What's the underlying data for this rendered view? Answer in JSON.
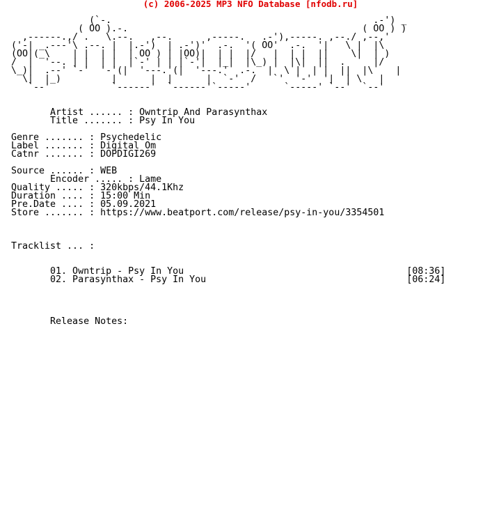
{
  "header": {
    "text": "(c) 2006-2025 MP3 NFO Database [nfodb.ru]",
    "color": "#e00000"
  },
  "nfo": {
    "logo_lines": [
      "              (`-.                                               .-') _",
      "            ( OO ).-.                                          ( OO ) )",
      "  ,------.,/ .   \\.--.   ,--.      ,-----.   .-'),-----. ,--./ ,--,'",
      "('-| _.---'\\ .--. |  |.-')  | .-')'  .-.  '( OO'  .-.  '|   \\ |  |\\",
      "(OO|(_\\    | |  | |  | OO ) | |OO)|  | |  |/   |  | |  ||    \\|  | )",
      "/  |  '--. | |  | |  |`-' | | |`-'|  |_|  |\\_) |  |\\|  ||  .     |/",
      "\\_)|  .--' `-'  '-'(|  '---.'(|  '---.'  .-.  |  \\ |  | |  ||  |\\    |",
      "  \\|  |_)         |      |  |      |  `-'  /   `'  '-'  '|  | \\   |",
      "   `--'           `------'  `------'`-----'      `-----' `--'  `--'"
    ],
    "blank_a": "",
    "blank_b": "",
    "artist": "       Artist ...... : Owntrip And Parasynthax",
    "title": "       Title ....... : Psy In You",
    "blank_c": "",
    "genre": "Genre ....... : Psychedelic",
    "label": "Label ....... : Digital Om",
    "catnr": "Catnr ....... : DOPDIGI269",
    "blank_d": "",
    "source": "Source ...... : WEB",
    "encoder": "       Encoder ..... : Lame",
    "quality": "Quality ..... : 320kbps/44.1Khz",
    "duration": "Duration .... : 15:00 Min",
    "predate": "Pre.Date .... : 05.09.2021",
    "store": "Store ....... : https://www.beatport.com/release/psy-in-you/3354501",
    "blank_e": "",
    "blank_f": "",
    "blank_g": "",
    "tracklist_heading": "Tracklist ... :",
    "blank_h": "",
    "blank_i": "",
    "track_1": "       01. Owntrip - Psy In You                                        [08:36]",
    "track_2": "       02. Parasynthax - Psy In You                                    [06:24]",
    "blank_j": "",
    "blank_k": "",
    "blank_l": "",
    "blank_m": "",
    "release_notes": "       Release Notes:"
  }
}
